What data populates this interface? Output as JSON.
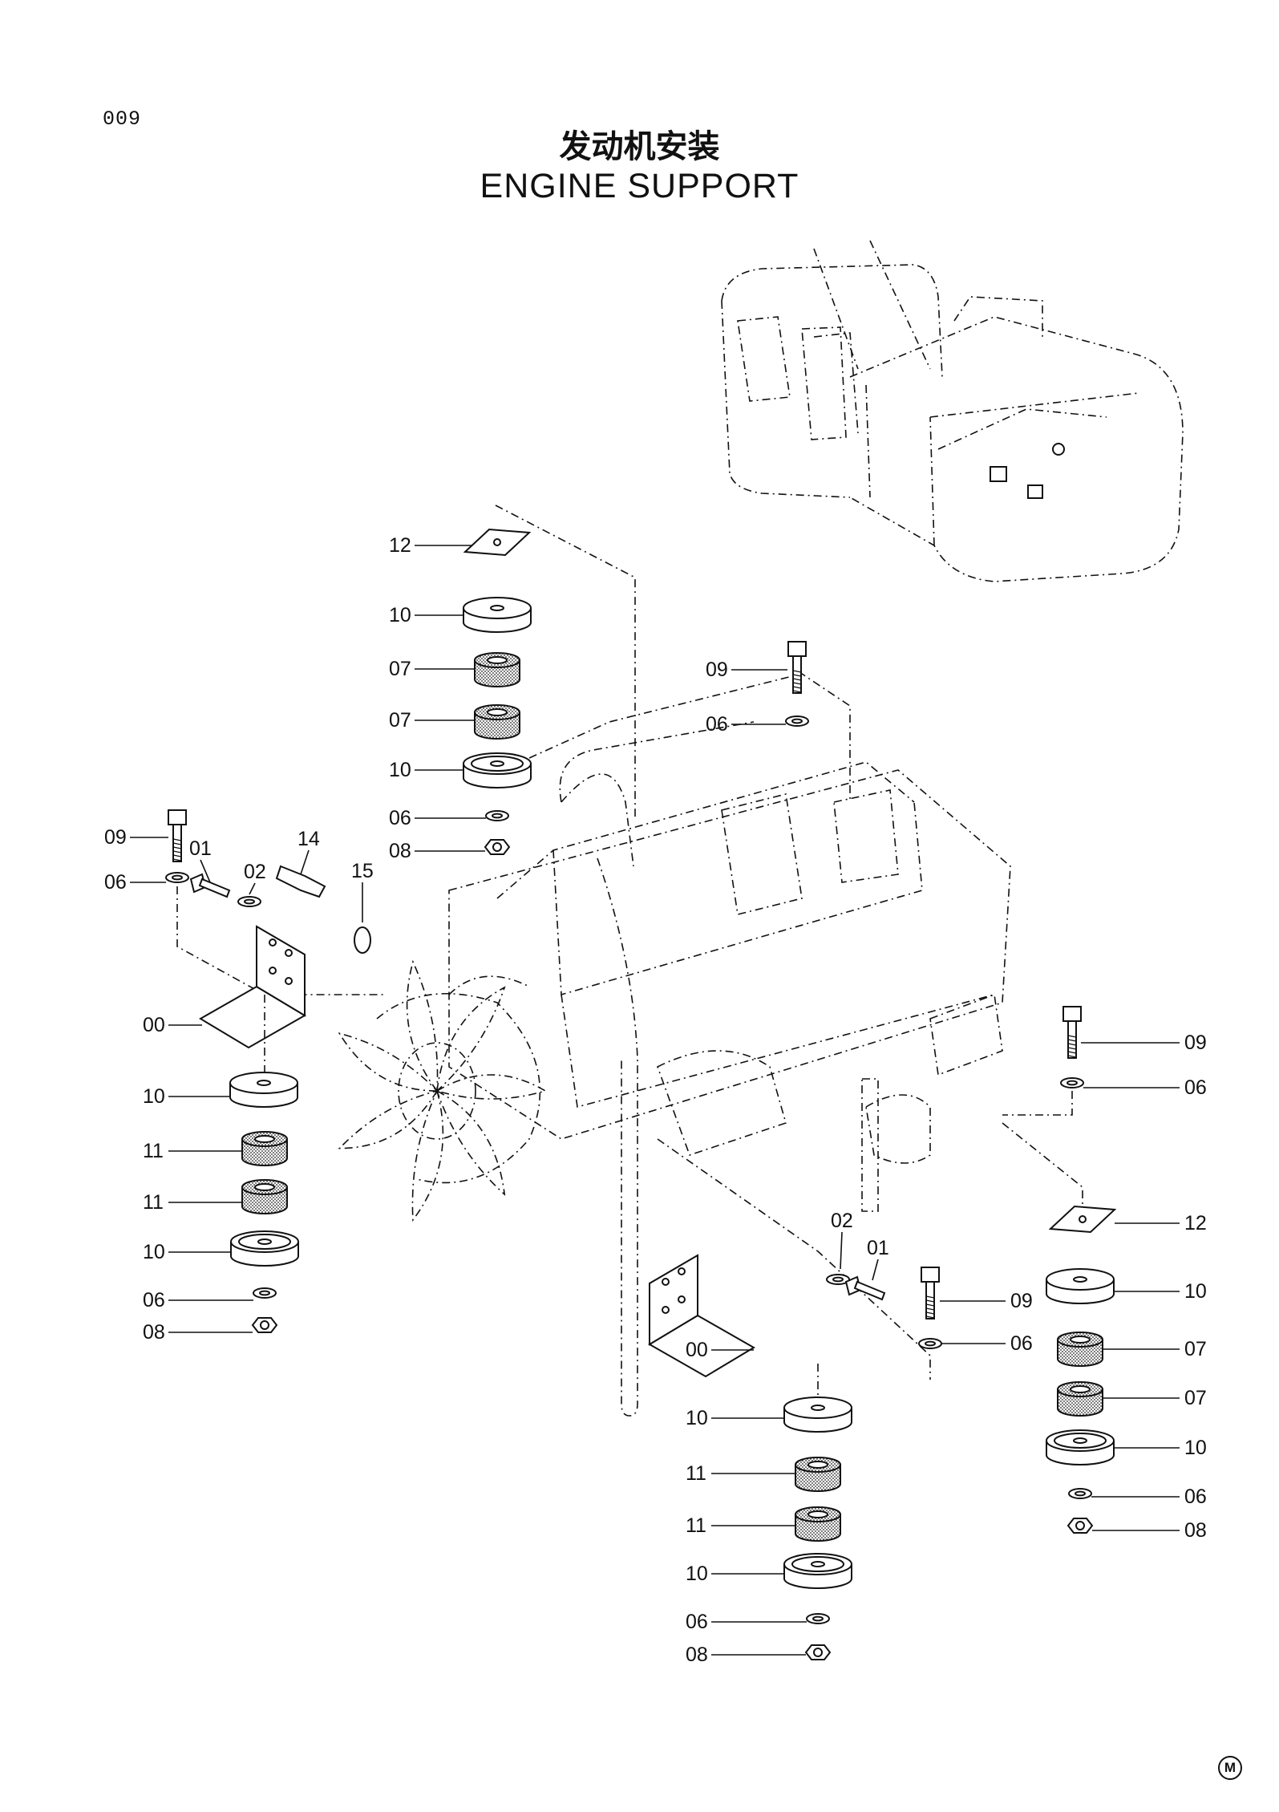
{
  "page": {
    "number": "009"
  },
  "title": {
    "cn": "发动机安装",
    "en": "ENGINE  SUPPORT"
  },
  "callouts": [
    "12",
    "10",
    "07",
    "07",
    "10",
    "06",
    "08",
    "09",
    "01",
    "14",
    "02",
    "15",
    "06",
    "00",
    "10",
    "11",
    "11",
    "10",
    "06",
    "08",
    "09",
    "06",
    "09",
    "06",
    "12",
    "10",
    "07",
    "07",
    "10",
    "06",
    "08",
    "02",
    "01",
    "09",
    "06",
    "00",
    "10",
    "11",
    "11",
    "10",
    "06",
    "08"
  ],
  "corner_mark": "M"
}
